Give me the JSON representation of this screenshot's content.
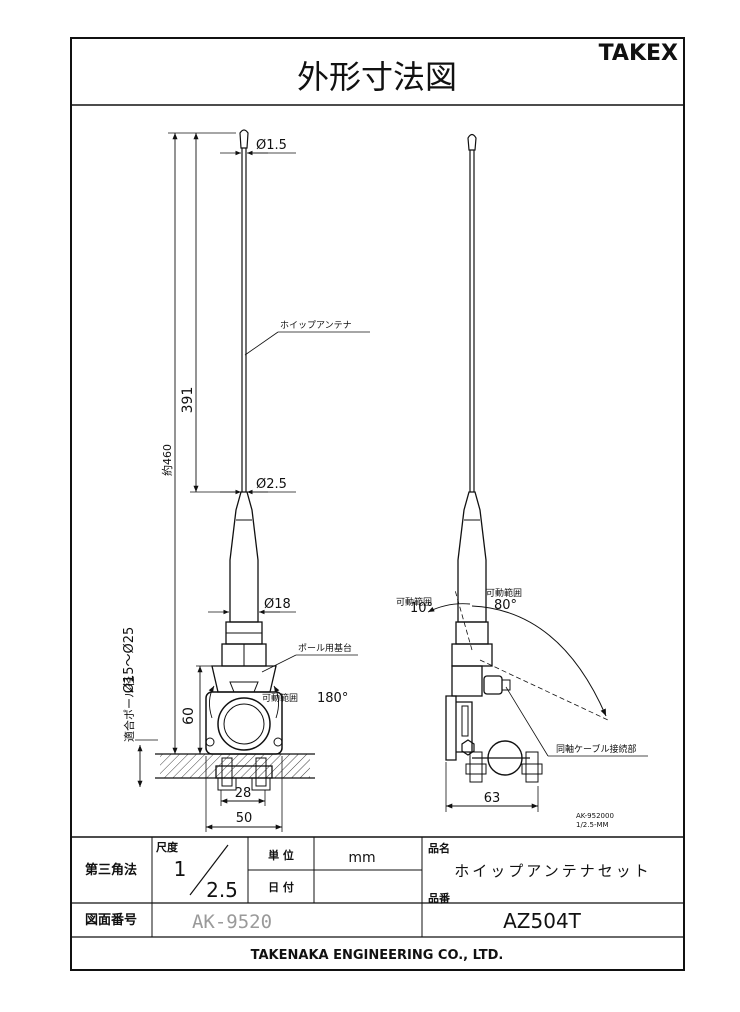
{
  "brand": "TAKEX",
  "title": "外形寸法図",
  "front_view": {
    "dim_tip_dia": "Ø1.5",
    "label_whip": "ホイップアンテナ",
    "dim_total_length": "約460",
    "dim_rod_length": "391",
    "dim_rod_dia": "Ø2.5",
    "dim_base_dia": "Ø18",
    "label_pole_mount": "ポール用基台",
    "label_rotation_range": "可動範囲",
    "rotation_angle": "180°",
    "label_pole_dia": "適合ポール径",
    "pole_dia_range": "Ø15～Ø25",
    "dim_bracket_height": "60",
    "dim_bolt_width": "28",
    "dim_base_width": "50"
  },
  "side_view": {
    "label_range_left": "可動範囲",
    "angle_left": "10°",
    "label_range_right": "可動範囲",
    "angle_right": "80°",
    "label_coax_connector": "同軸ケーブル接続部",
    "dim_depth": "63",
    "drawing_ref": "AK-952000",
    "drawing_scale": "1/2.5-MM"
  },
  "title_block": {
    "projection": "第三角法",
    "scale_label": "尺度",
    "scale_num": "1",
    "scale_den": "2.5",
    "unit_label": "単 位",
    "unit_value": "mm",
    "date_label": "日 付",
    "date_value": "",
    "product_name_label": "品名",
    "product_name": "ホイップアンテナセット",
    "drawing_no_label": "図面番号",
    "drawing_no": "AK-9520",
    "part_no_label": "品番",
    "part_no": "AZ504T",
    "company": "TAKENAKA ENGINEERING CO., LTD."
  }
}
